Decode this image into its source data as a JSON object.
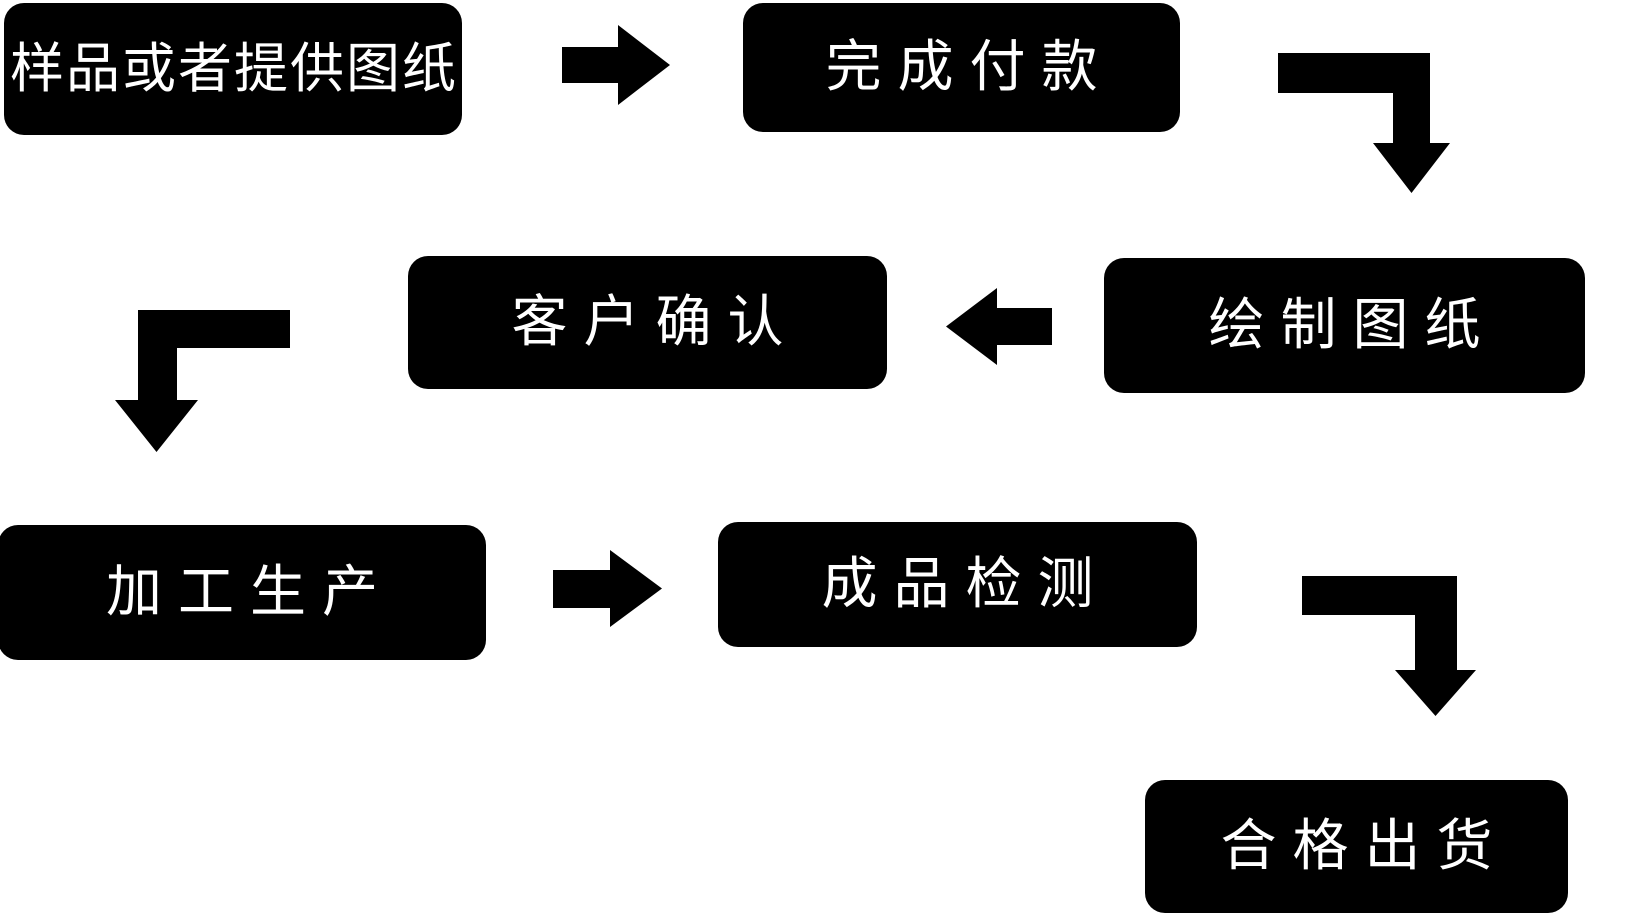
{
  "theme": {
    "background_color": "#ffffff",
    "node_fill_color": "#000000",
    "node_text_color": "#ffffff",
    "arrow_color": "#000000"
  },
  "flowchart": {
    "nodes": [
      {
        "label": "样品或者提供图纸"
      },
      {
        "label": "完成付款"
      },
      {
        "label": "绘制图纸"
      },
      {
        "label": "客户确认"
      },
      {
        "label": "加工生产"
      },
      {
        "label": "成品检测"
      },
      {
        "label": "合格出货"
      }
    ],
    "connectors": [
      {
        "type": "arrow-right",
        "from": "样品或者提供图纸",
        "to": "完成付款"
      },
      {
        "type": "arrow-elbow-right-down",
        "from": "完成付款",
        "to": "绘制图纸"
      },
      {
        "type": "arrow-left",
        "from": "绘制图纸",
        "to": "客户确认"
      },
      {
        "type": "arrow-elbow-left-down",
        "from": "客户确认",
        "to": "加工生产"
      },
      {
        "type": "arrow-right",
        "from": "加工生产",
        "to": "成品检测"
      },
      {
        "type": "arrow-elbow-right-down",
        "from": "成品检测",
        "to": "合格出货"
      }
    ]
  }
}
